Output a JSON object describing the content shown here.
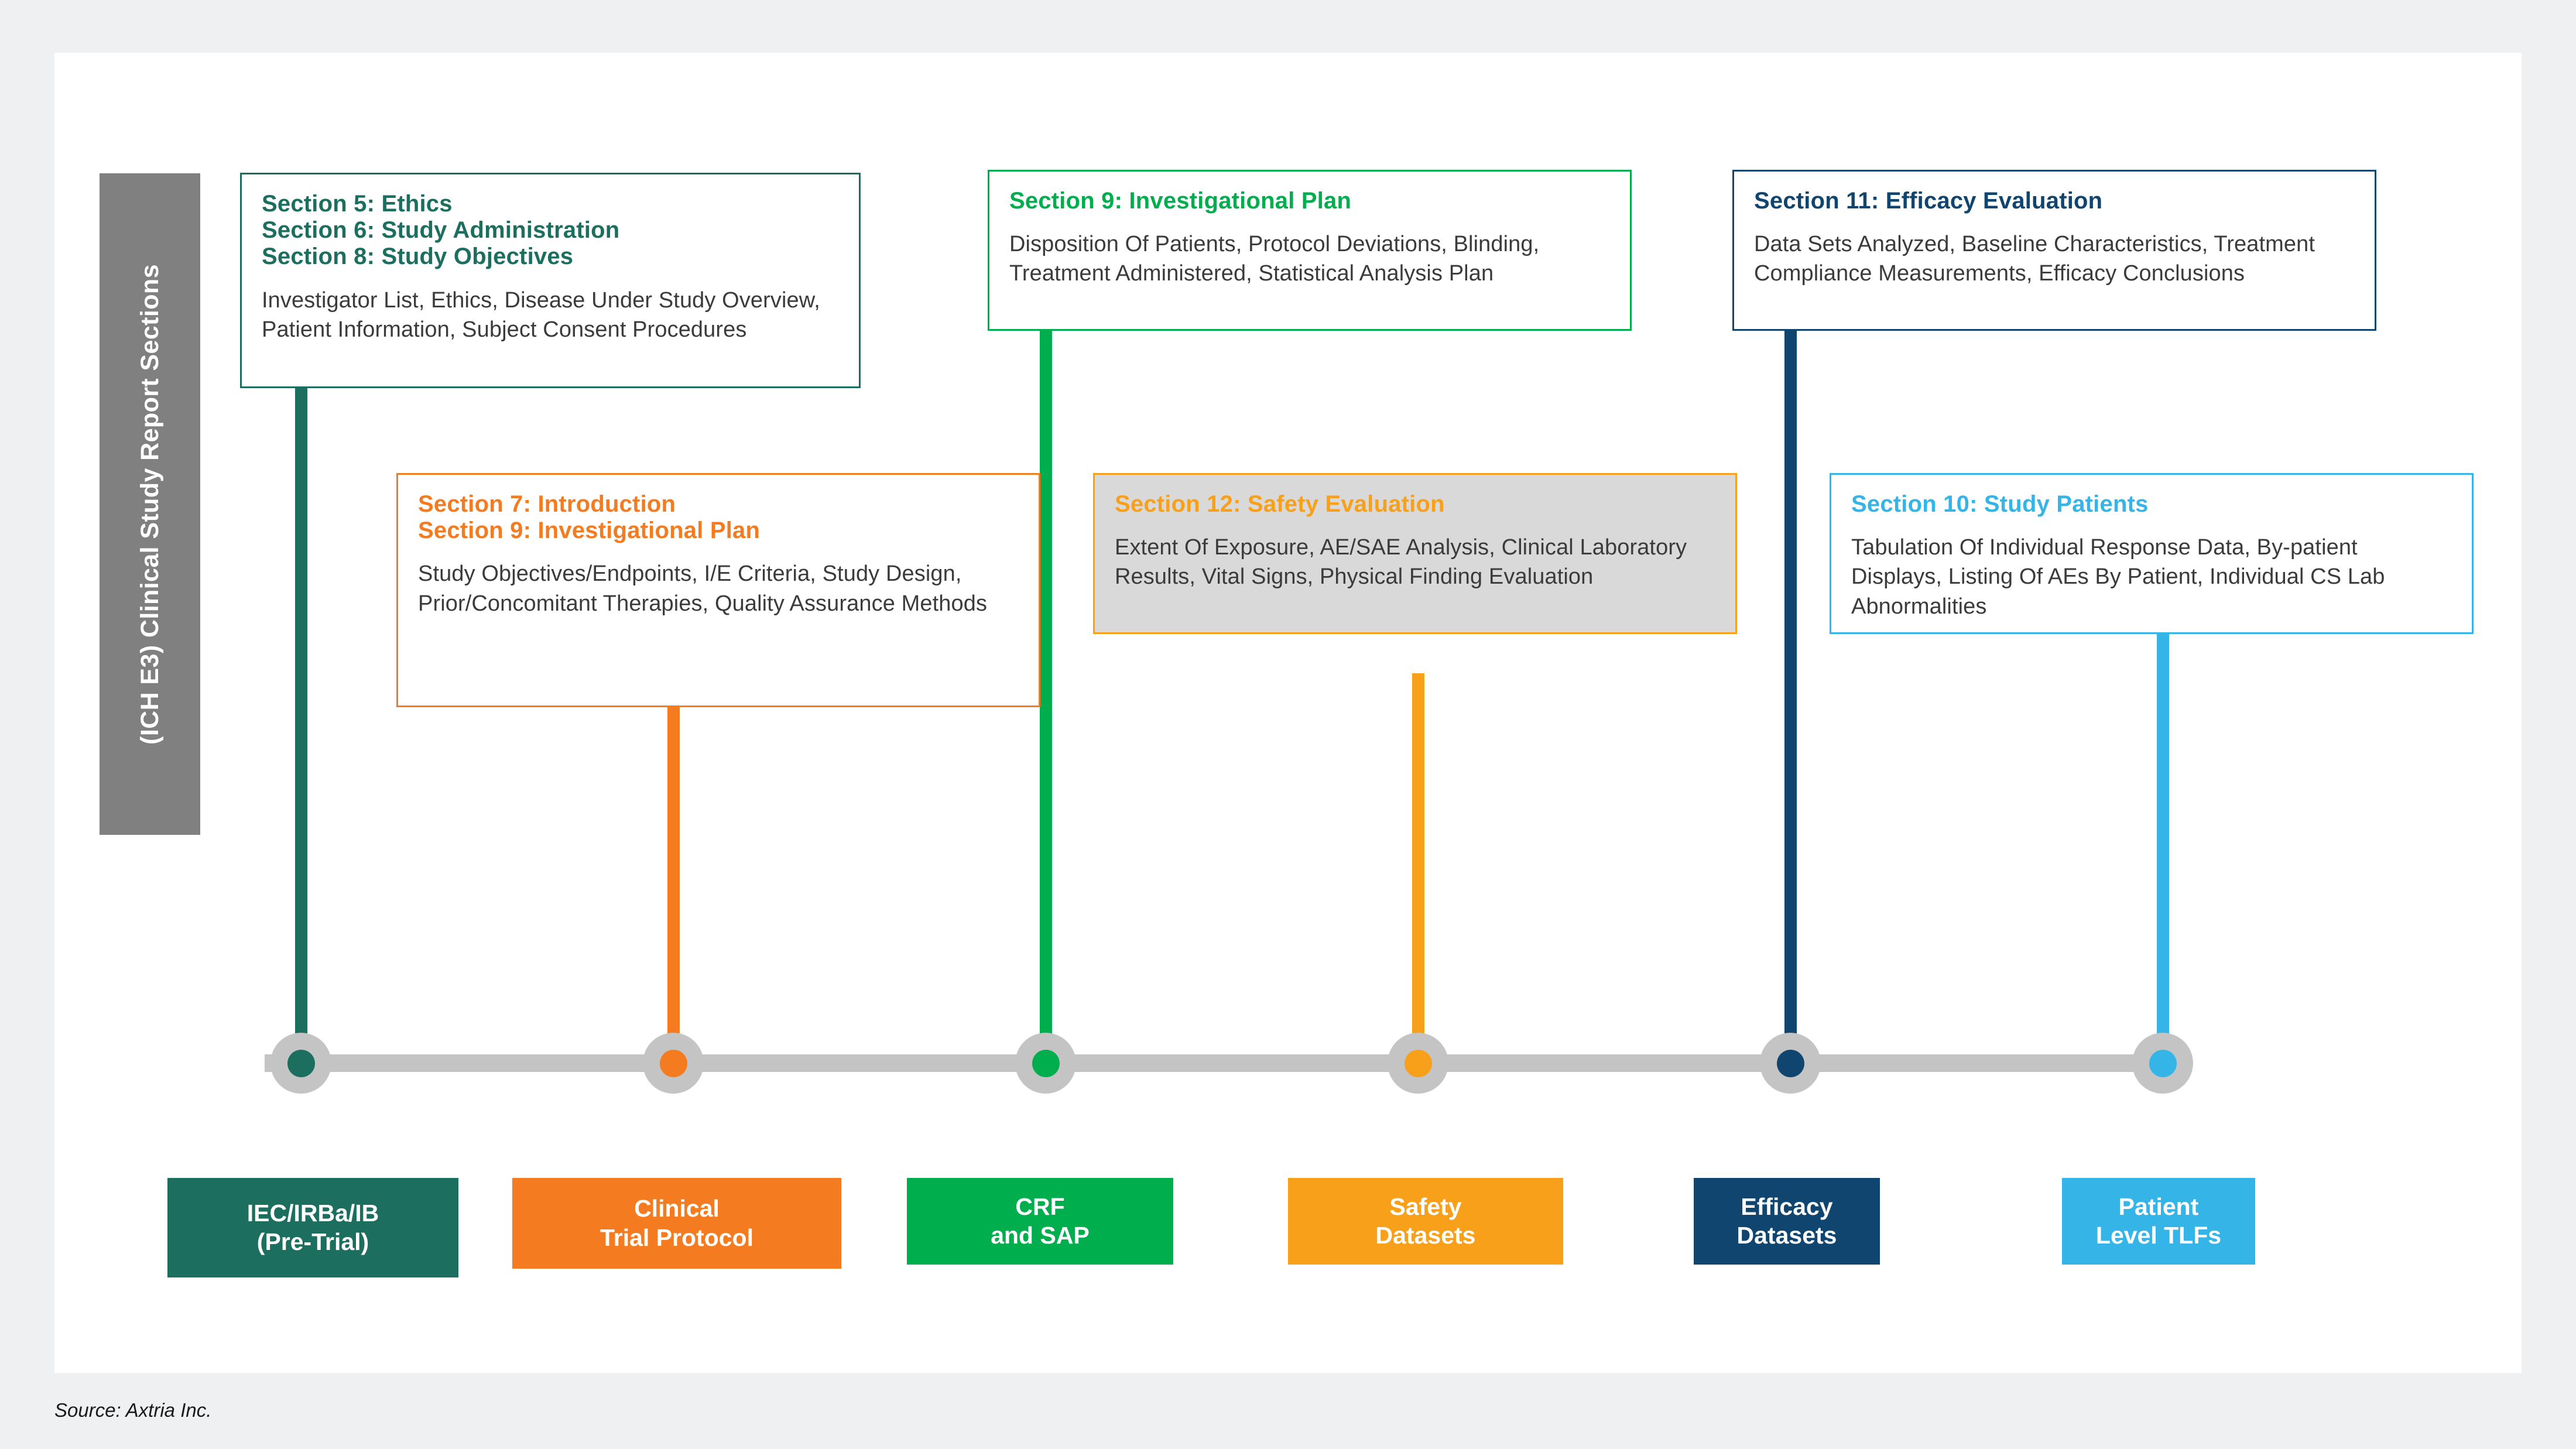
{
  "side_label": "(ICH E3) Clinical Study Report Sections",
  "source": "Source: Axtria Inc.",
  "colors": {
    "teal": "#1C6E5E",
    "orange": "#F47B20",
    "green": "#00AE4D",
    "amber": "#F9A01B",
    "navy": "#10456F",
    "sky": "#35B4E8",
    "rail": "#C4C4C4",
    "sidebar": "#808080",
    "card_fill": "#D9D9D9",
    "page_bg": "#EFF0F2",
    "canvas": "#FFFFFF"
  },
  "cards": [
    {
      "id": "ethics",
      "title": "Section 5: Ethics\nSection 6: Study Administration\nSection 8: Study Objectives",
      "title_lines": [
        "Section 5: Ethics",
        "Section 6: Study Administration",
        "Section 8: Study Objectives"
      ],
      "body": "Investigator List, Ethics, Disease Under Study Overview, Patient Information, Subject Consent Procedures",
      "accent": "#1C6E5E",
      "filled": false
    },
    {
      "id": "introduction",
      "title": "Section 7: Introduction\nSection 9: Investigational Plan",
      "title_lines": [
        "Section 7: Introduction",
        "Section 9: Investigational Plan"
      ],
      "body": "Study Objectives/Endpoints, I/E Criteria, Study Design, Prior/Concomitant Therapies, Quality Assurance Methods",
      "accent": "#F47B20",
      "filled": false
    },
    {
      "id": "investigational-plan",
      "title": "Section 9: Investigational Plan",
      "title_lines": [
        "Section 9: Investigational Plan"
      ],
      "body": "Disposition Of Patients, Protocol Deviations, Blinding, Treatment Administered, Statistical Analysis Plan",
      "accent": "#00AE4D",
      "filled": false
    },
    {
      "id": "safety-evaluation",
      "title": "Section 12: Safety Evaluation",
      "title_lines": [
        "Section 12: Safety Evaluation"
      ],
      "body": "Extent Of Exposure, AE/SAE Analysis, Clinical Laboratory Results, Vital Signs, Physical Finding Evaluation",
      "accent": "#F9A01B",
      "filled": true
    },
    {
      "id": "efficacy-evaluation",
      "title": "Section 11: Efficacy Evaluation",
      "title_lines": [
        "Section 11: Efficacy Evaluation"
      ],
      "body": "Data Sets Analyzed, Baseline Characteristics, Treatment Compliance Measurements, Efficacy Conclusions",
      "accent": "#10456F",
      "filled": false
    },
    {
      "id": "study-patients",
      "title": "Section 10: Study Patients",
      "title_lines": [
        "Section 10: Study Patients"
      ],
      "body": "Tabulation Of Individual Response Data, By-patient Displays, Listing Of AEs By Patient, Individual CS Lab Abnormalities",
      "accent": "#35B4E8",
      "filled": false
    }
  ],
  "milestones": [
    {
      "id": "iec-irb-ib",
      "label": "IEC/IRBa/IB\n(Pre-Trial)",
      "line1": "IEC/IRBa/IB",
      "line2": "(Pre-Trial)",
      "color": "#1C6E5E"
    },
    {
      "id": "clinical-protocol",
      "label": "Clinical\nTrial Protocol",
      "line1": "Clinical",
      "line2": "Trial Protocol",
      "color": "#F47B20"
    },
    {
      "id": "crf-sap",
      "label": "CRF\nand SAP",
      "line1": "CRF",
      "line2": "and SAP",
      "color": "#00AE4D"
    },
    {
      "id": "safety-datasets",
      "label": "Safety\nDatasets",
      "line1": "Safety",
      "line2": "Datasets",
      "color": "#F9A01B"
    },
    {
      "id": "efficacy-datasets",
      "label": "Efficacy\nDatasets",
      "line1": "Efficacy",
      "line2": "Datasets",
      "color": "#10456F"
    },
    {
      "id": "patient-level-tlfs",
      "label": "Patient\nLevel TLFs",
      "line1": "Patient",
      "line2": "Level TLFs",
      "color": "#35B4E8"
    }
  ]
}
